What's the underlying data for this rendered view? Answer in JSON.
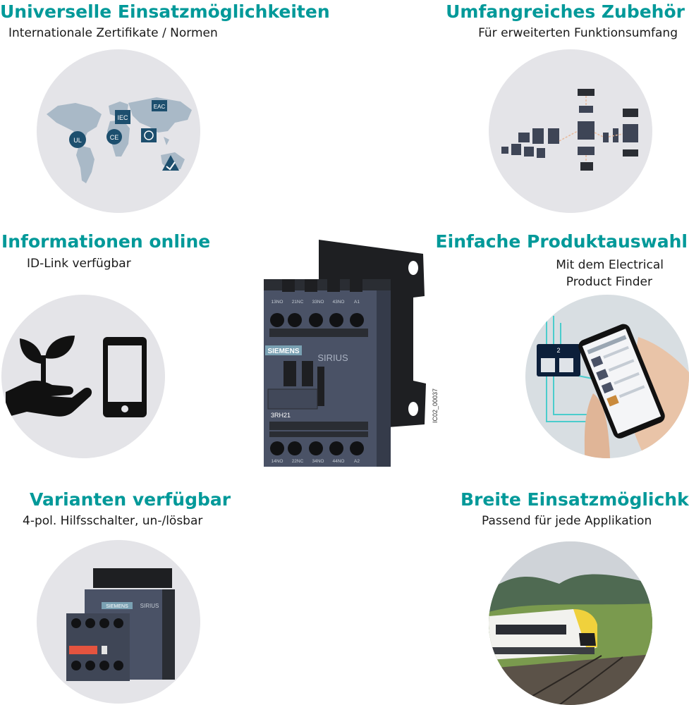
{
  "features": [
    {
      "title": "Universelle Einsatzmöglichkeiten",
      "subtitle": "Internationale Zertifikate / Normen"
    },
    {
      "title": "Umfangreiches Zubehör",
      "subtitle": "Für erweiterten Funktionsumfang"
    },
    {
      "title": "Informationen online",
      "subtitle": "ID-Link verfügbar"
    },
    {
      "title": "Einfache Produktauswahl",
      "subtitle_line1": "Mit dem Electrical",
      "subtitle_line2": "Product Finder"
    },
    {
      "title": "Varianten verfügbar",
      "subtitle": "4-pol. Hilfsschalter, un-/lösbar"
    },
    {
      "title": "Breite Einsatzmöglichkeit",
      "subtitle": "Passend für jede Applikation"
    }
  ],
  "cert_labels": {
    "iec": "IEC",
    "ce": "CE",
    "ul": "UL",
    "eac": "EAC"
  },
  "product": {
    "brand": "SIEMENS",
    "series": "SIRIUS",
    "model": "3RH21",
    "doc_id": "IC02_00037",
    "terminals_top": [
      "13NO",
      "21NC",
      "33NO",
      "43NO",
      "A1"
    ],
    "terminals_bottom": [
      "14NO",
      "22NC",
      "34NO",
      "44NO",
      "A2"
    ]
  },
  "finder_badge": "2",
  "colors": {
    "accent": "#009999",
    "circle_bg": "#e4e4e8",
    "product_body": "#4a5266",
    "product_dark": "#1e1f22",
    "siemens_label": "#7aa1b3"
  }
}
